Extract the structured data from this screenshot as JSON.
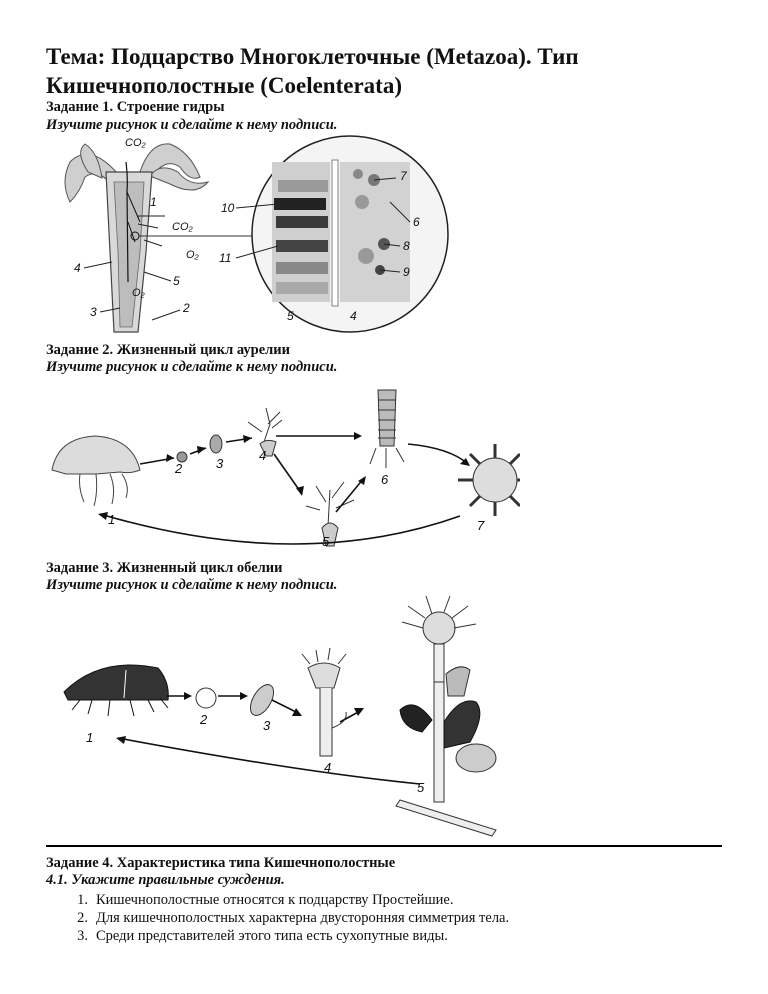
{
  "title": "Тема: Подцарство Многоклеточные (Metazoa). Тип Кишечнополостные (Coelenterata)",
  "task1": {
    "heading": "Задание 1. Строение гидры",
    "instruction": "Изучите рисунок и сделайте к нему подписи.",
    "labels": {
      "co2_top": "CO₂",
      "co2_side": "CO₂",
      "o2_side": "O₂",
      "o2_body": "O₂",
      "n1": "1",
      "n2": "2",
      "n3": "3",
      "n4": "4",
      "n5": "5",
      "z7": "7",
      "z6": "6",
      "z8": "8",
      "z9": "9",
      "z10": "10",
      "z11": "11",
      "z5": "5",
      "z4": "4"
    }
  },
  "task2": {
    "heading": "Задание 2. Жизненный цикл аурелии",
    "instruction": "Изучите рисунок и сделайте к нему подписи.",
    "labels": {
      "n1": "1",
      "n2": "2",
      "n3": "3",
      "n4": "4",
      "n5": "5",
      "n6": "6",
      "n7": "7"
    }
  },
  "task3": {
    "heading": "Задание 3. Жизненный цикл обелии",
    "instruction": "Изучите рисунок и сделайте к нему подписи.",
    "labels": {
      "n1": "1",
      "n2": "2",
      "n3": "3",
      "n4": "4",
      "n5": "5"
    }
  },
  "task4": {
    "heading": "Задание 4. Характеристика типа Кишечнополостные",
    "subheading": "4.1. Укажите правильные суждения.",
    "items": [
      {
        "num": "1.",
        "text": "Кишечнополостные относятся к подцарству Простейшие."
      },
      {
        "num": "2.",
        "text": "Для кишечнополостных характерна двусторонняя симметрия тела."
      },
      {
        "num": "3.",
        "text": "Среди представителей этого типа есть сухопутные виды."
      }
    ]
  }
}
